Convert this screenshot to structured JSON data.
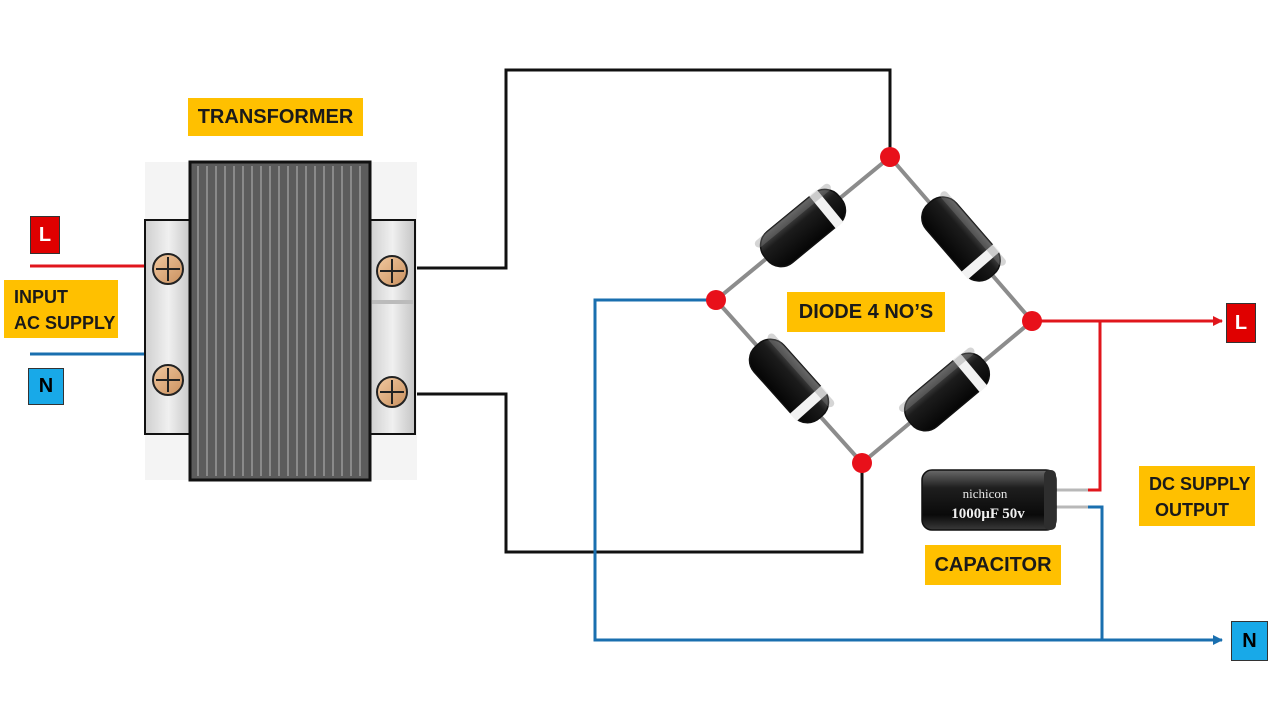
{
  "labels": {
    "transformer": "TRANSFORMER",
    "input_line1": "INPUT",
    "input_line2": "AC SUPPLY",
    "diode": "DIODE 4 NO’S",
    "capacitor": "CAPACITOR",
    "dc_line1": "DC SUPPLY",
    "dc_line2": "OUTPUT"
  },
  "terminals": {
    "input_live": "L",
    "input_neutral": "N",
    "output_live": "L",
    "output_neutral": "N"
  },
  "capacitor_marking": {
    "brand": "nichicon",
    "rating": "1000µF 50v"
  },
  "colors": {
    "live_wire": "#E0161C",
    "neutral_wire": "#1A6FAF",
    "secondary_wire": "#111111",
    "label_bg": "#FFC000",
    "node": "#E8101A",
    "tag_red": "#E00000",
    "tag_blue": "#18A9E8"
  }
}
